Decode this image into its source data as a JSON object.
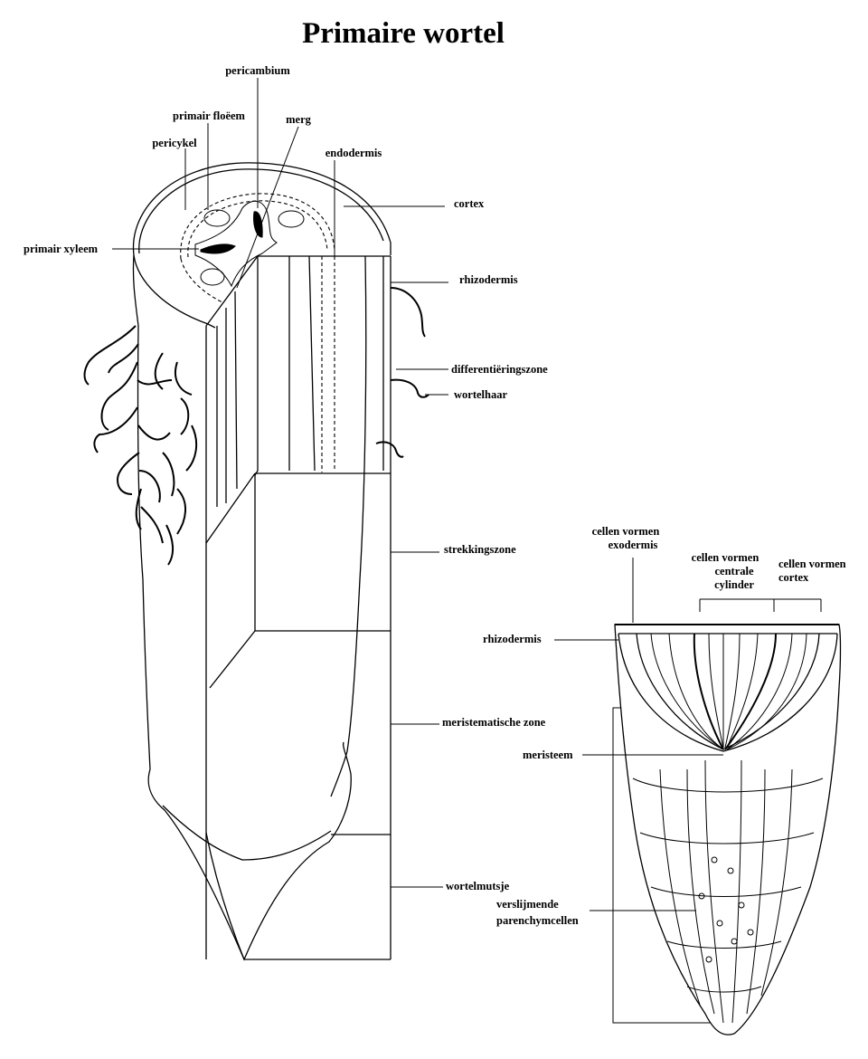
{
  "title": "Primaire wortel",
  "labels": {
    "pericambium": "pericambium",
    "primair_floeem": "primair floëem",
    "merg": "merg",
    "pericykel": "pericykel",
    "endodermis": "endodermis",
    "cortex": "cortex",
    "primair_xyleem": "primair xyleem",
    "rhizodermis": "rhizodermis",
    "differentieringszone": "differentiëringszone",
    "wortelhaar": "wortelhaar",
    "strekkingszone": "strekkingszone",
    "meristematische_zone": "meristematische zone",
    "wortelmutsje": "wortelmutsje",
    "cellen_exodermis_1": "cellen vormen",
    "cellen_exodermis_2": "exodermis",
    "cellen_centrale_1": "cellen vormen",
    "cellen_centrale_2": "centrale",
    "cellen_centrale_3": "cylinder",
    "cellen_cortex_1": "cellen vormen",
    "cellen_cortex_2": "cortex",
    "rhizodermis_right": "rhizodermis",
    "meristeem": "meristeem",
    "verslijmende_1": "verslijmende",
    "verslijmende_2": "parenchymcellen"
  }
}
